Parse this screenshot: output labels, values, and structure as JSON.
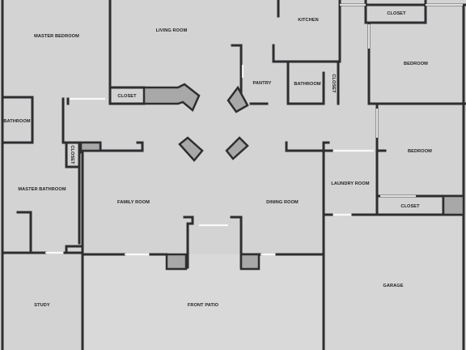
{
  "rooms": {
    "master_bedroom": "MASTER BEDROOM",
    "living_room": "LIVING ROOM",
    "kitchen": "KITCHEN",
    "closet_top_right": "CLOSET",
    "bedroom_upper": "BEDROOM",
    "pantry": "PANTRY",
    "bathroom_center": "BATHROOM",
    "closet_vertical_right": "CLOSET",
    "closet_living": "CLOSET",
    "bathroom_left": "BATHROOM",
    "bedroom_lower": "BEDROOM",
    "closet_vertical_left": "CLOSET",
    "laundry_room": "LAUNDRY ROOM",
    "master_bathroom": "MASTER BATHROOM",
    "family_room": "FAMILY ROOM",
    "dining_room": "DINING ROOM",
    "closet_bottom_right": "CLOSET",
    "garage": "GARAGE",
    "study": "STUDY",
    "front_patio": "FRONT PATIO"
  }
}
